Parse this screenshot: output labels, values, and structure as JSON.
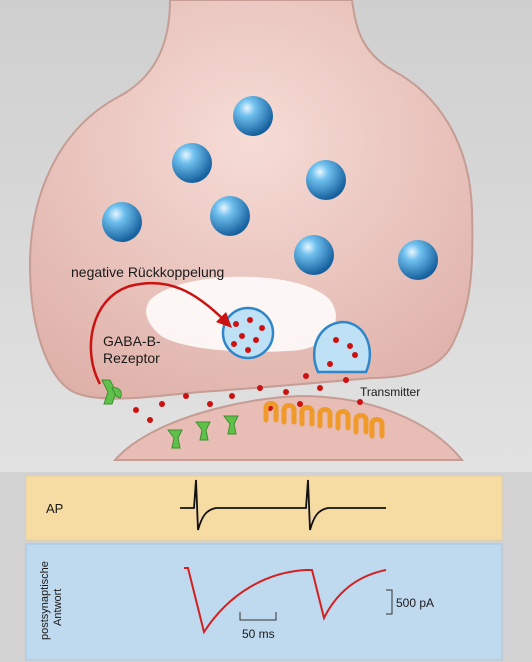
{
  "labels": {
    "feedback": "negative Rückkoppelung",
    "receptor_line1": "GABA-B-",
    "receptor_line2": "Rezeptor",
    "transmitter": "Transmitter",
    "ap_panel": "AP",
    "response_line1": "postsynaptische",
    "response_line2": "Antwort",
    "time_scale": "50 ms",
    "current_scale": "500 pA"
  },
  "icons": {
    "vesicle": "blue-sphere-icon",
    "gaba_receptor": "green-receptor-icon",
    "transmitter_receptor": "orange-receptor-icon"
  },
  "colors": {
    "neuron": "#ecc9c3",
    "neuron_outline": "#c8a39c",
    "vesicle": "#2f8fd0",
    "transmitter": "#cc1111",
    "gaba_receptor": "#5fc04a",
    "transmitter_receptor": "#f09a2a",
    "ap_panel": "#f6dba3",
    "response_panel": "#bfd9ee",
    "ap_trace": "#111111",
    "response_trace": "#d42020"
  }
}
